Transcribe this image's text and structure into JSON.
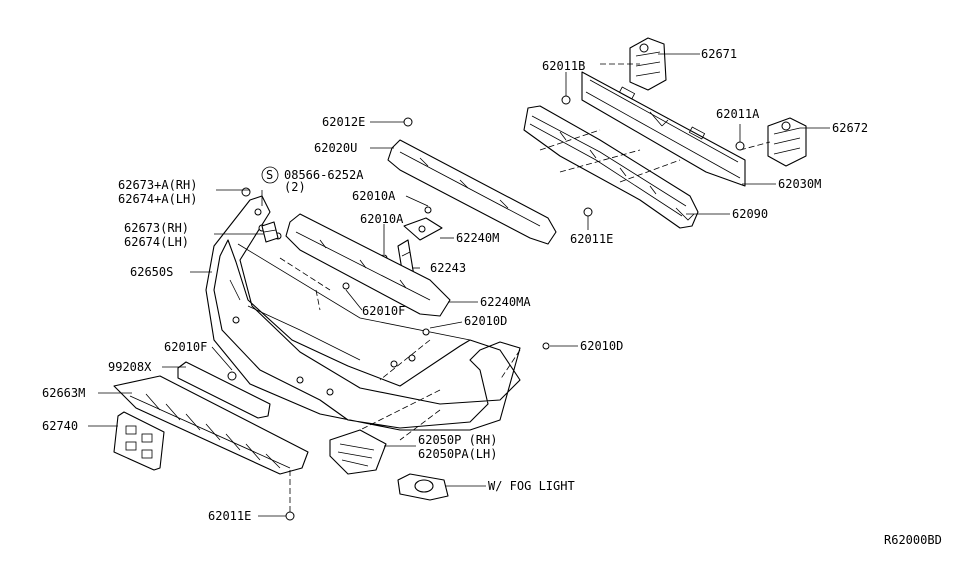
{
  "labels": {
    "p62671": "62671",
    "p62011B": "62011B",
    "p62011A": "62011A",
    "p62672": "62672",
    "p62030M": "62030M",
    "p62012E": "62012E",
    "p62020U": "62020U",
    "p62090": "62090",
    "p62011E_top": "62011E",
    "p62673A_RH": "62673+A(RH)",
    "p62674A_LH": "62674+A(LH)",
    "s_mark": "S",
    "p08566": "08566-6252A",
    "p08566_qty": "(2)",
    "p62010A_1": "62010A",
    "p62010A_2": "62010A",
    "p62240M": "62240M",
    "p62243": "62243",
    "p62673_RH": "62673(RH)",
    "p62674_LH": "62674(LH)",
    "p62650S": "62650S",
    "p62240MA": "62240MA",
    "p62010F_1": "62010F",
    "p62010D_1": "62010D",
    "p62010D_2": "62010D",
    "p62010F_2": "62010F",
    "p99208X": "99208X",
    "p62663M": "62663M",
    "p62740": "62740",
    "p62050P": "62050P (RH)",
    "p62050PA": "62050PA(LH)",
    "fog_light": "W/ FOG LIGHT",
    "p62011E_bottom": "62011E",
    "diagram_code": "R62000BD"
  }
}
